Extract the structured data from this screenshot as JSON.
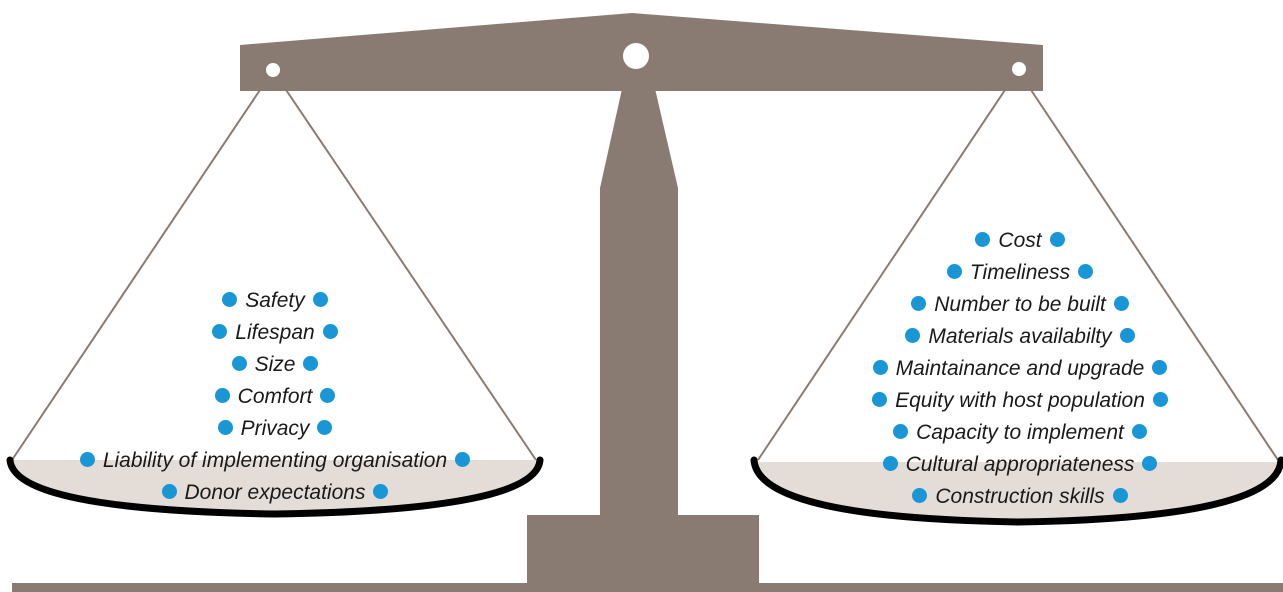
{
  "colors": {
    "scale_body": "#8a7b72",
    "pan_rim": "#000000",
    "pan_fill": "#e3dcd7",
    "bullet": "#1896d6",
    "string": "#8a7b72"
  },
  "left_pan": {
    "factors": [
      "Safety",
      "Lifespan",
      "Size",
      "Comfort",
      "Privacy",
      "Liability of implementing organisation",
      "Donor expectations"
    ]
  },
  "right_pan": {
    "factors": [
      "Cost",
      "Timeliness",
      "Number to be built",
      "Materials availabilty",
      "Maintainance and upgrade",
      "Equity with host population",
      "Capacity to implement",
      "Cultural appropriateness",
      "Construction skills"
    ]
  }
}
